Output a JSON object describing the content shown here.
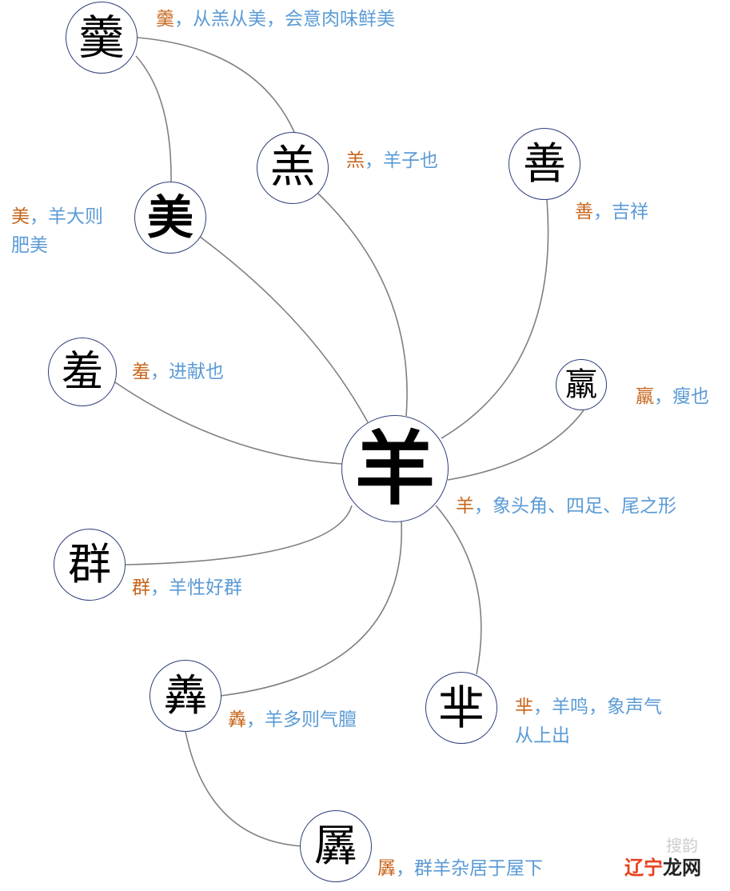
{
  "center": {
    "char": "羊",
    "head": "羊",
    "gloss": "象头角、四足、尾之形"
  },
  "nodes": [
    {
      "id": "geng",
      "char": "羹",
      "head": "羹",
      "gloss": "从羔从美，会意肉味鲜美"
    },
    {
      "id": "gao",
      "char": "羔",
      "head": "羔",
      "gloss": "羊子也"
    },
    {
      "id": "shan",
      "char": "善",
      "head": "善",
      "gloss": "吉祥"
    },
    {
      "id": "mei",
      "char": "美",
      "head": "美",
      "gloss": "羊大则",
      "gloss2": "肥美"
    },
    {
      "id": "lei",
      "char": "羸",
      "head": "羸",
      "gloss": "瘦也"
    },
    {
      "id": "xiu",
      "char": "羞",
      "head": "羞",
      "gloss": "进献也"
    },
    {
      "id": "qun",
      "char": "群",
      "head": "群",
      "gloss": "羊性好群"
    },
    {
      "id": "shan2",
      "char": "羴",
      "head": "羴",
      "gloss": "羊多则气膻"
    },
    {
      "id": "mi",
      "char": "芈",
      "head": "芈",
      "gloss": "羊鸣，象声气",
      "gloss2": "从上出"
    },
    {
      "id": "chan",
      "char": "羼",
      "head": "羼",
      "gloss": "群羊杂居于屋下"
    }
  ],
  "separator": "，",
  "watermark": {
    "top": "搜韵",
    "red": "辽宁",
    "black": "龙网"
  },
  "colors": {
    "head": "#c8651b",
    "gloss": "#5b9bd5",
    "circle": "#2f3f7a",
    "line": "#808080"
  }
}
